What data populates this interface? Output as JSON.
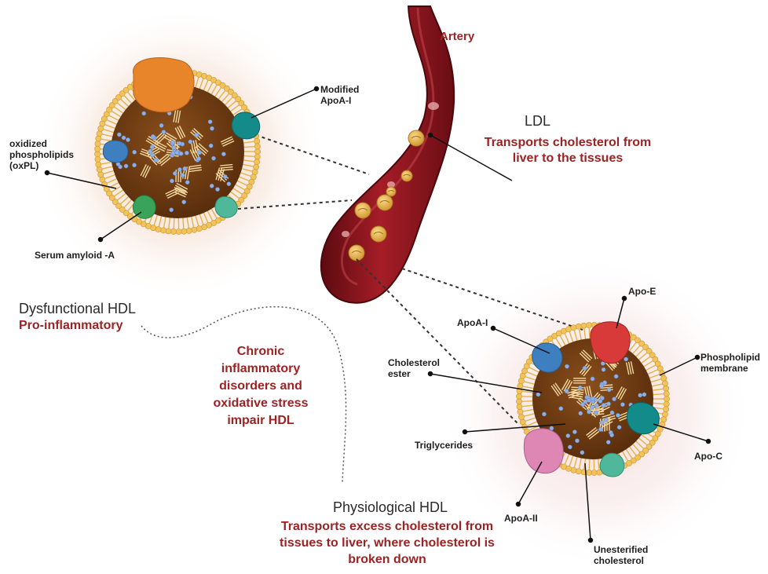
{
  "artery_label": "Artery",
  "ldl": {
    "title": "LDL",
    "description_line1": "Transports cholesterol from",
    "description_line2": "liver to the tissues"
  },
  "dysfunctional_hdl": {
    "title": "Dysfunctional HDL",
    "subtitle": "Pro-inflammatory",
    "labels": {
      "modified_apoa1_line1": "Modified",
      "modified_apoa1_line2": "ApoA-I",
      "oxpl_line1": "oxidized",
      "oxpl_line2": "phospholipids",
      "oxpl_line3": "(oxPL)",
      "saa": "Serum amyloid -A"
    }
  },
  "middle_text": {
    "line1": "Chronic",
    "line2": "inflammatory",
    "line3": "disorders and",
    "line4": "oxidative stress",
    "line5": "impair HDL"
  },
  "physiological_hdl": {
    "title": "Physiological HDL",
    "description_line1": "Transports excess cholesterol from",
    "description_line2": "tissues to liver, where cholesterol is",
    "description_line3": "broken down",
    "labels": {
      "apoe": "Apo-E",
      "apoa1": "ApoA-I",
      "chol_ester_line1": "Cholesterol",
      "chol_ester_line2": "ester",
      "phospho_line1": "Phospholipid",
      "phospho_line2": "membrane",
      "triglycerides": "Triglycerides",
      "apoc": "Apo-C",
      "apoa2": "ApoA-II",
      "unest_line1": "Unesterified",
      "unest_line2": "cholesterol"
    }
  },
  "colors": {
    "label_red": "#9c2324",
    "artery_dark": "#6a0d14",
    "artery_mid": "#9b1a22",
    "core_brown": "#6b3a12",
    "lipid_yellow": "#f2c35a",
    "ester_blue": "#8fb0e6",
    "apoe_red": "#d83a3a",
    "apoa1_blue": "#3e7fc0",
    "apoc_teal": "#138b8b",
    "apoa2_pink": "#de86b4",
    "saa_green": "#3aa35a",
    "orange_protein": "#e8842a"
  }
}
